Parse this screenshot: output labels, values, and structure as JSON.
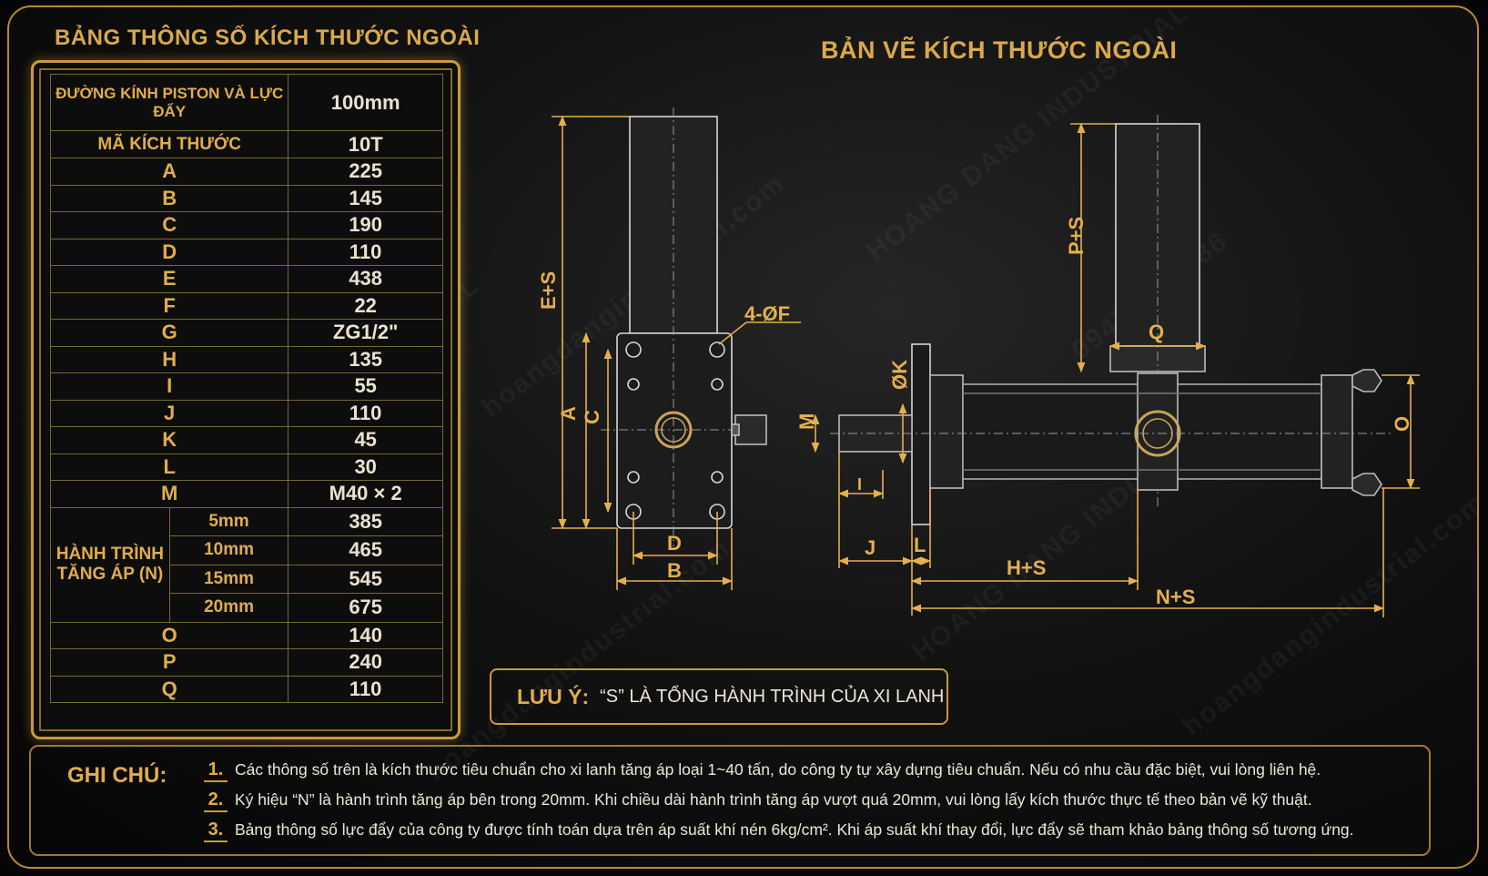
{
  "table": {
    "title": "BẢNG THÔNG SỐ KÍCH THƯỚC NGOÀI",
    "header": {
      "label": "ĐƯỜNG KÍNH PISTON VÀ LỰC ĐẨY",
      "value": "100mm"
    },
    "code": {
      "label": "MÃ KÍCH THƯỚC",
      "value": "10T"
    },
    "rows_top": [
      {
        "k": "A",
        "v": "225"
      },
      {
        "k": "B",
        "v": "145"
      },
      {
        "k": "C",
        "v": "190"
      },
      {
        "k": "D",
        "v": "110"
      },
      {
        "k": "E",
        "v": "438"
      },
      {
        "k": "F",
        "v": "22"
      },
      {
        "k": "G",
        "v": "ZG1/2\""
      },
      {
        "k": "H",
        "v": "135"
      },
      {
        "k": "I",
        "v": "55"
      },
      {
        "k": "J",
        "v": "110"
      },
      {
        "k": "K",
        "v": "45"
      },
      {
        "k": "L",
        "v": "30"
      },
      {
        "k": "M",
        "v": "M40 × 2"
      }
    ],
    "stroke_label": "HÀNH TRÌNH TĂNG ÁP (N)",
    "stroke_rows": [
      {
        "k": "5mm",
        "v": "385"
      },
      {
        "k": "10mm",
        "v": "465"
      },
      {
        "k": "15mm",
        "v": "545"
      },
      {
        "k": "20mm",
        "v": "675"
      }
    ],
    "rows_bottom": [
      {
        "k": "O",
        "v": "140"
      },
      {
        "k": "P",
        "v": "240"
      },
      {
        "k": "Q",
        "v": "110"
      }
    ]
  },
  "drawing": {
    "title": "BẢN VẼ KÍCH THƯỚC NGOÀI",
    "labels": {
      "es": "E+S",
      "f": "4-ØF",
      "a": "A",
      "c": "C",
      "d": "D",
      "b": "B",
      "ps": "P+S",
      "q": "Q",
      "k": "ØK",
      "m": "M",
      "o": "O",
      "i": "I",
      "j": "J",
      "l": "L",
      "hs": "H+S",
      "ns": "N+S"
    }
  },
  "note": {
    "label": "LƯU Ý:",
    "text": "“S” LÀ TỔNG HÀNH TRÌNH CỦA XI LANH"
  },
  "ghi_chu": {
    "title": "GHI CHÚ:",
    "items": [
      {
        "num": "1.",
        "text": "Các thông số trên là kích thước tiêu chuẩn cho xi lanh tăng áp loại 1~40 tấn, do công ty tự xây dựng tiêu chuẩn. Nếu có nhu cầu đặc biệt, vui lòng liên hệ."
      },
      {
        "num": "2.",
        "text": "Ký hiệu “N” là hành trình tăng áp bên trong 20mm. Khi chiều dài hành trình tăng áp vượt quá 20mm, vui lòng lấy kích thước thực tế theo bản vẽ kỹ thuật."
      },
      {
        "num": "3.",
        "text": "Bảng thông số lực đẩy của công ty được tính toán dựa trên áp suất khí nén 6kg/cm². Khi áp suất khí thay đổi, lực đẩy sẽ tham khảo bảng thông số tương ứng."
      }
    ]
  },
  "watermark": {
    "brand": "HOANG DANG INDUSTRIAL",
    "phone": "0947.381.886",
    "site": "hoangdangindustrial.com"
  }
}
